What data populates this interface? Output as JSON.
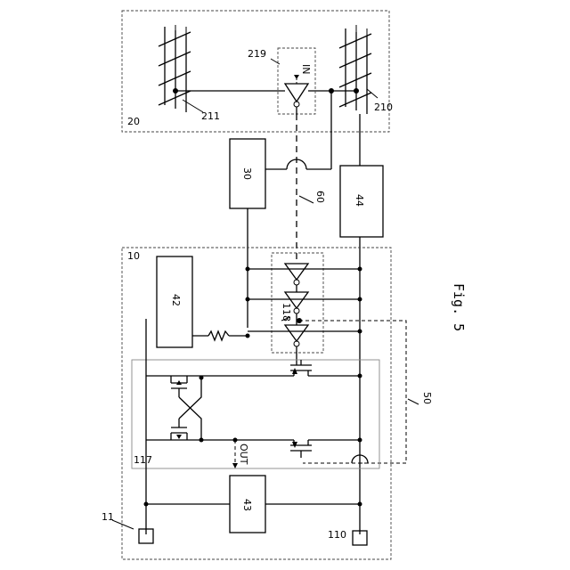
{
  "figure": {
    "caption": "Fig. 5"
  },
  "labels": {
    "ref_10": "10",
    "ref_11": "11",
    "ref_20": "20",
    "ref_30": "30",
    "ref_42": "42",
    "ref_43": "43",
    "ref_44": "44",
    "ref_50": "50",
    "ref_60": "60",
    "ref_110": "110",
    "ref_117": "117",
    "ref_118": "118",
    "ref_210": "210",
    "ref_211": "211",
    "ref_219": "219",
    "signal_in": "IN",
    "signal_out": "OUT"
  }
}
